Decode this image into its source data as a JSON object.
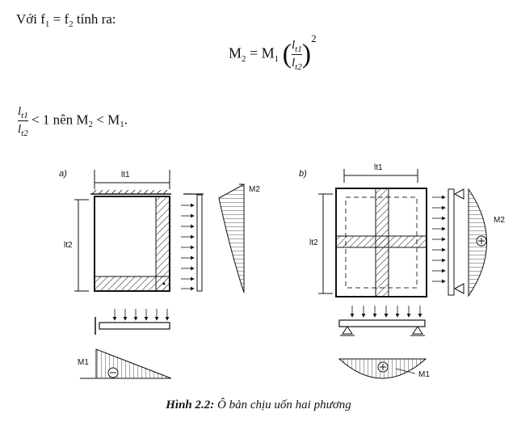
{
  "intro": {
    "prefix": "Với f",
    "s1": "1",
    "eq": " = f",
    "s2": "2",
    "suffix": " tính ra:"
  },
  "formula": {
    "lhs": "M",
    "lhs_sub": "2",
    "eq": " = M",
    "rhs_sub": "1",
    "num": "l",
    "num_sub": "t1",
    "den": "l",
    "den_sub": "t2",
    "exp": "2"
  },
  "ratio": {
    "num": "l",
    "num_sub": "t1",
    "den": "l",
    "den_sub": "t2",
    "text1": " < 1 nên M",
    "s2": "2",
    "text2": " < M",
    "s1": "1",
    "end": "."
  },
  "figure_a": {
    "tag": "a)",
    "span_x": "lt1",
    "span_y": "lt2",
    "moment_top": "M2",
    "moment_bottom": "M1"
  },
  "figure_b": {
    "tag": "b)",
    "span_x": "lt1",
    "span_y": "lt2",
    "moment_side": "M2",
    "moment_bottom": "M1"
  },
  "caption": {
    "label": "Hình 2.2:",
    "text": " Ô bản chịu uốn hai phương"
  }
}
